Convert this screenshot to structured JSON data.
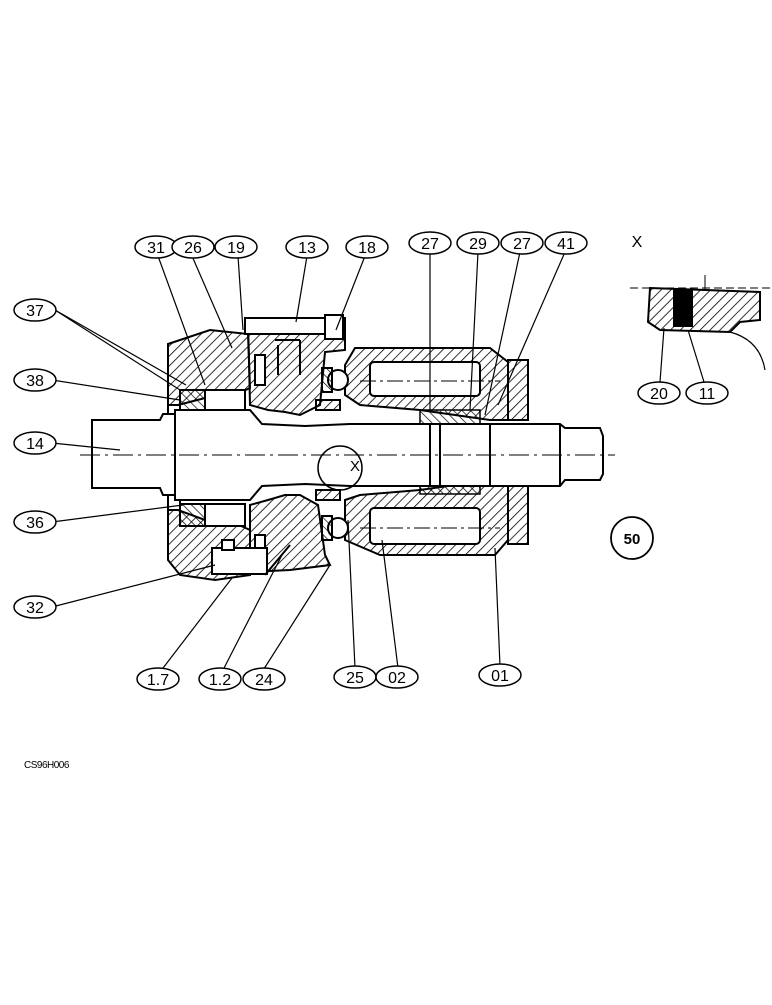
{
  "callouts": {
    "c31": "31",
    "c26": "26",
    "c19": "19",
    "c13": "13",
    "c18": "18",
    "c27a": "27",
    "c29": "29",
    "c27b": "27",
    "c41": "41",
    "c37": "37",
    "c38": "38",
    "c14": "14",
    "c36": "36",
    "c32": "32",
    "c17": "1.7",
    "c12": "1.2",
    "c24": "24",
    "c25": "25",
    "c02": "02",
    "c01": "01",
    "c20": "20",
    "c11": "11"
  },
  "detail_marker": "X",
  "section_marker": "X",
  "page_badge": "50",
  "figure_code": "CS96H006"
}
